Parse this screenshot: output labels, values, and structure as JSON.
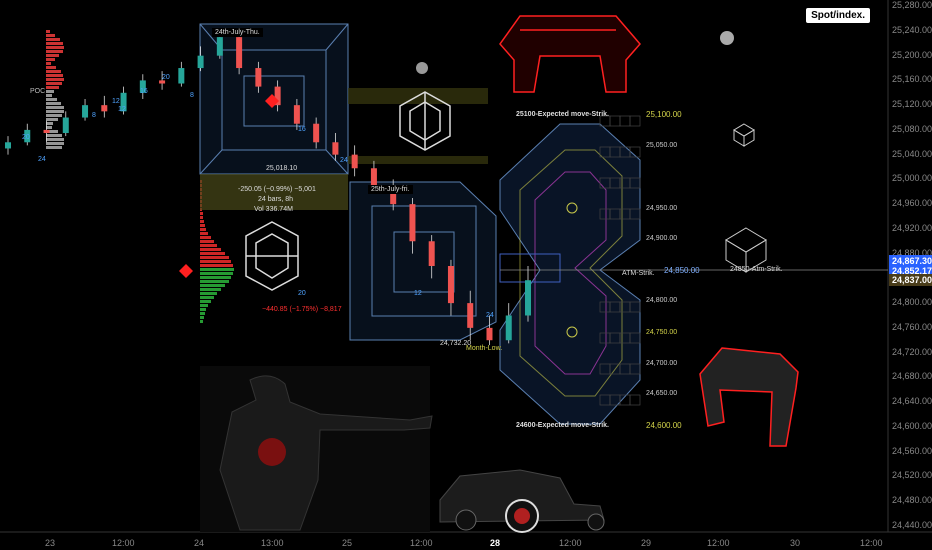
{
  "header": {
    "badge": "Spot/index."
  },
  "chart_data": {
    "type": "candlestick",
    "y_axis": {
      "side": "right",
      "range": [
        24430,
        25290
      ],
      "ticks": [
        25280,
        25240,
        25200,
        25160,
        25120,
        25080,
        25040,
        25000,
        24960,
        24920,
        24880,
        24840,
        24800,
        24760,
        24720,
        24680,
        24640,
        24600,
        24560,
        24520,
        24480,
        24440
      ],
      "tick_labels": [
        "25,280.00",
        "25,240.00",
        "25,200.00",
        "25,160.00",
        "25,120.00",
        "25,080.00",
        "25,040.00",
        "25,000.00",
        "24,960.00",
        "24,920.00",
        "24,880.00",
        "24,840.00",
        "24,800.00",
        "24,760.00",
        "24,720.00",
        "24,680.00",
        "24,640.00",
        "24,600.00",
        "24,560.00",
        "24,520.00",
        "24,480.00",
        "24,440.00"
      ],
      "price_tags": [
        {
          "label": "24,867.30",
          "value": 24867.3,
          "color": "#2962ff"
        },
        {
          "label": "24,852.17",
          "value": 24852.17,
          "color": "#2962ff"
        },
        {
          "label": "24,837.00",
          "value": 24837,
          "color": "#4a3d1a"
        }
      ]
    },
    "x_axis": {
      "labels": [
        "23",
        "12:00",
        "24",
        "13:00",
        "25",
        "12:00",
        "28",
        "12:00",
        "29",
        "12:00",
        "30",
        "12:00"
      ],
      "positions_x": [
        53,
        120,
        202,
        269,
        350,
        418,
        498,
        567,
        649,
        715,
        798,
        868
      ]
    },
    "candles": [
      {
        "t": 0,
        "o": 25050,
        "c": 25060,
        "h": 25070,
        "l": 25040
      },
      {
        "t": 1,
        "o": 25060,
        "c": 25080,
        "h": 25090,
        "l": 25055
      },
      {
        "t": 2,
        "o": 25080,
        "c": 25075,
        "h": 25095,
        "l": 25060
      },
      {
        "t": 3,
        "o": 25075,
        "c": 25100,
        "h": 25110,
        "l": 25070
      },
      {
        "t": 4,
        "o": 25100,
        "c": 25120,
        "h": 25130,
        "l": 25095
      },
      {
        "t": 5,
        "o": 25120,
        "c": 25110,
        "h": 25135,
        "l": 25100
      },
      {
        "t": 6,
        "o": 25110,
        "c": 25140,
        "h": 25150,
        "l": 25105
      },
      {
        "t": 7,
        "o": 25140,
        "c": 25160,
        "h": 25170,
        "l": 25130
      },
      {
        "t": 8,
        "o": 25160,
        "c": 25155,
        "h": 25175,
        "l": 25145
      },
      {
        "t": 9,
        "o": 25155,
        "c": 25180,
        "h": 25190,
        "l": 25150
      },
      {
        "t": 10,
        "o": 25180,
        "c": 25200,
        "h": 25215,
        "l": 25175
      },
      {
        "t": 11,
        "o": 25200,
        "c": 25230,
        "h": 25240,
        "l": 25195
      },
      {
        "t": 12,
        "o": 25230,
        "c": 25180,
        "h": 25235,
        "l": 25170
      },
      {
        "t": 13,
        "o": 25180,
        "c": 25150,
        "h": 25190,
        "l": 25140
      },
      {
        "t": 14,
        "o": 25150,
        "c": 25120,
        "h": 25160,
        "l": 25110
      },
      {
        "t": 15,
        "o": 25120,
        "c": 25090,
        "h": 25130,
        "l": 25080
      },
      {
        "t": 16,
        "o": 25090,
        "c": 25060,
        "h": 25100,
        "l": 25050
      },
      {
        "t": 17,
        "o": 25060,
        "c": 25040,
        "h": 25075,
        "l": 25030
      },
      {
        "t": 18,
        "o": 25040,
        "c": 25018,
        "h": 25055,
        "l": 25005
      },
      {
        "t": 19,
        "o": 25018,
        "c": 24990,
        "h": 25030,
        "l": 24980
      },
      {
        "t": 20,
        "o": 24990,
        "c": 24960,
        "h": 25000,
        "l": 24950
      },
      {
        "t": 21,
        "o": 24960,
        "c": 24900,
        "h": 24970,
        "l": 24880
      },
      {
        "t": 22,
        "o": 24900,
        "c": 24860,
        "h": 24910,
        "l": 24840
      },
      {
        "t": 23,
        "o": 24860,
        "c": 24800,
        "h": 24870,
        "l": 24780
      },
      {
        "t": 24,
        "o": 24800,
        "c": 24760,
        "h": 24820,
        "l": 24740
      },
      {
        "t": 25,
        "o": 24760,
        "c": 24740,
        "h": 24780,
        "l": 24732
      },
      {
        "t": 26,
        "o": 24740,
        "c": 24780,
        "h": 24800,
        "l": 24735
      },
      {
        "t": 27,
        "o": 24780,
        "c": 24837,
        "h": 24860,
        "l": 24770
      }
    ],
    "annotations": {
      "day_labels": [
        "24th-July-Thu.",
        "25th-July-fri."
      ],
      "poc": "POC",
      "price_box_1": [
        "25,018.10",
        "-250.05 (−0.99%) −5,001",
        "24 bars, 8h",
        "Vol 336.74M"
      ],
      "price_box_2": "−440.85 (−1.75%) −8,817",
      "month_low_value": "24,732.20",
      "month_low_label": "Month-Low.",
      "upper_strike": "25100-Expected move-Strik.",
      "lower_strike": "24600-Expected move-Strik.",
      "atm_label": "ATM-Strik.",
      "atm_right": "24850-Atm-Strik.",
      "levels_yellow": [
        "25,100.00",
        "24,850.00",
        "24,750.00",
        "24,600.00"
      ],
      "levels_white": [
        "25,050.00",
        "24,950.00",
        "24,900.00",
        "24,800.00",
        "24,700.00",
        "24,650.00"
      ],
      "count_labels": [
        "24",
        "12",
        "20",
        "8",
        "16",
        "12",
        "16",
        "24",
        "20",
        "12",
        "24",
        "20",
        "8"
      ]
    },
    "colors": {
      "up": "#26a69a",
      "down": "#ef5350",
      "accent_yellow": "#d4d44a",
      "grid": "#222222",
      "box_blue": "#5a7fb0",
      "red_neon": "#ff2020"
    },
    "grid": true
  }
}
